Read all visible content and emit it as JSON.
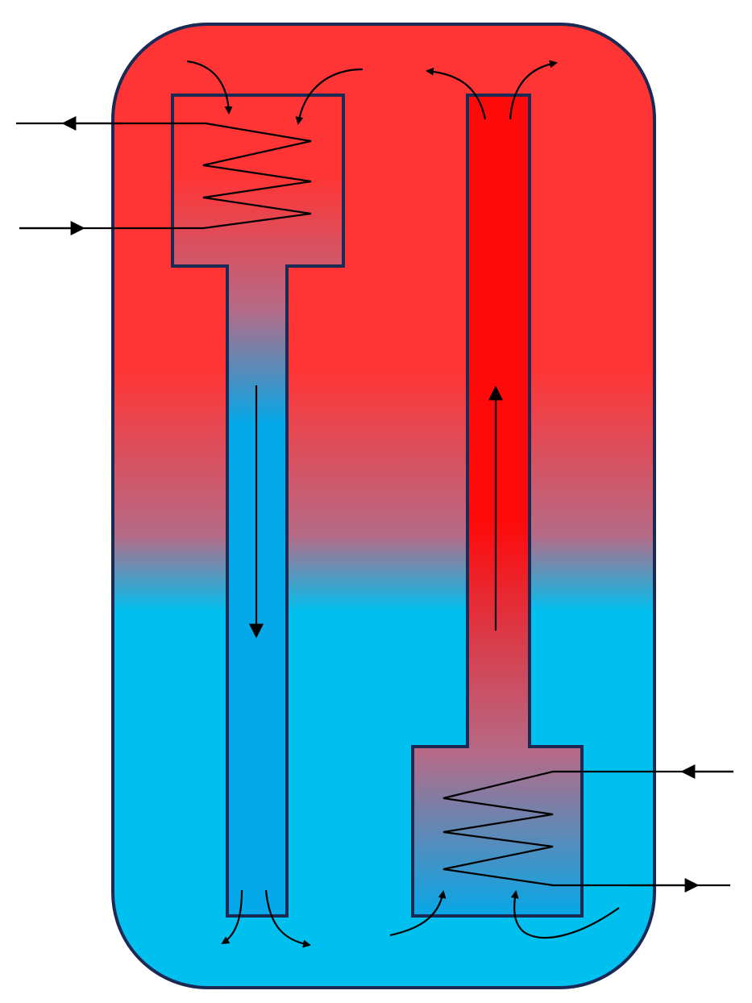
{
  "diagram": {
    "kind": "stratified storage tank with two immersed coil heat exchangers",
    "colors": {
      "hot": "#ff3535",
      "hot_core": "#ff0a0a",
      "mid": "#b66a86",
      "cold": "#00c0f0",
      "cold_duct": "#05a8e8",
      "outline": "#1b2a55",
      "arrow": "#000000"
    },
    "elements": {
      "tank": "storage-tank",
      "upper_exchanger": "upper-coil-housing",
      "down_duct": "downflow-duct",
      "up_duct": "upflow-duct",
      "lower_exchanger": "lower-coil-housing"
    },
    "flows": {
      "down_duct": "down",
      "up_duct": "up",
      "upper_coil_inlet": "in",
      "upper_coil_outlet": "out",
      "lower_coil_inlet": "in",
      "lower_coil_outlet": "out"
    }
  }
}
